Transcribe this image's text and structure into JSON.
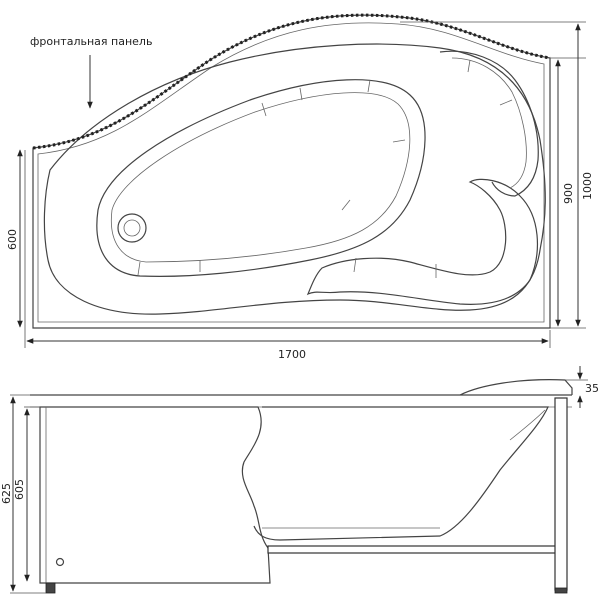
{
  "diagram": {
    "panel_label": "фронтальная панель",
    "dimensions": {
      "length": "1700",
      "depth_right": "1000",
      "depth_mid": "900",
      "depth_left": "600",
      "height_total": "625",
      "height_body": "605",
      "headrest": "35"
    },
    "colors": {
      "line": "#333333",
      "panel": "#222222",
      "background": "#ffffff"
    }
  }
}
